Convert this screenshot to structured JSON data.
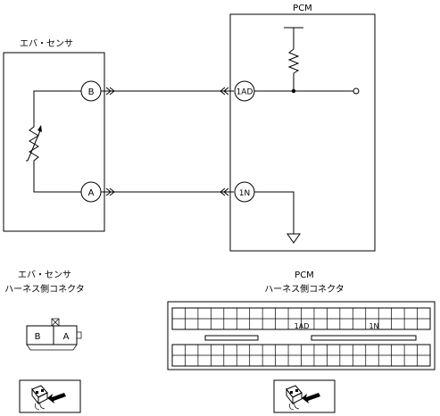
{
  "sensor": {
    "title": "エバ・センサ",
    "pin_b": "B",
    "pin_a": "A"
  },
  "pcm": {
    "title": "PCM",
    "pin_1ad": "1AD",
    "pin_1n": "1N"
  },
  "sensor_connector": {
    "title_line1": "エバ・センサ",
    "title_line2": "ハーネス側コネクタ",
    "cell_b": "B",
    "cell_a": "A"
  },
  "pcm_connector": {
    "title_line1": "PCM",
    "title_line2": "ハーネス側コネクタ",
    "label_1ad": "1AD",
    "label_1n": "1N"
  },
  "icons": {
    "connector_view_icon_left": "connector-with-arrow-icon",
    "connector_view_icon_right": "connector-with-arrow-icon"
  }
}
